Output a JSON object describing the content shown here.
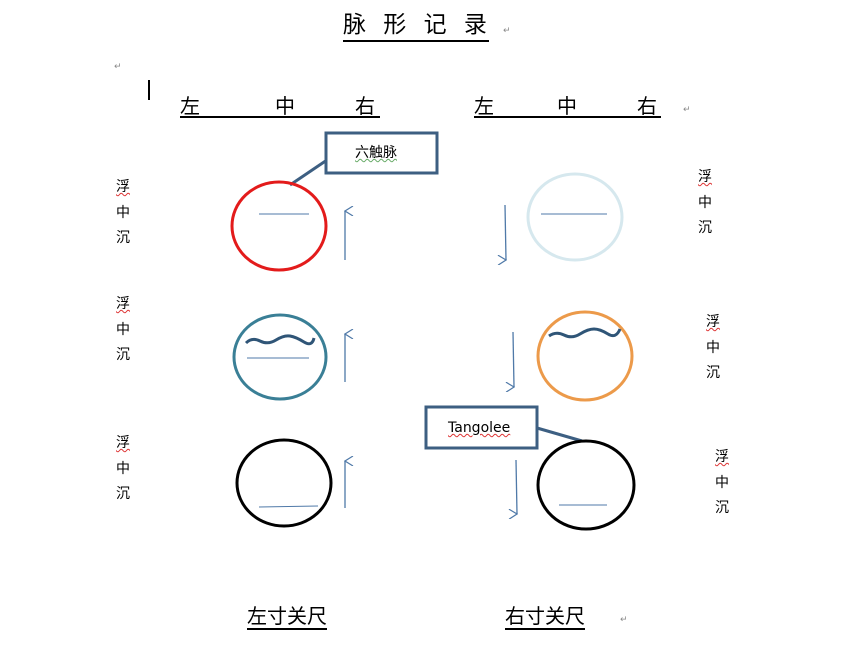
{
  "title": "脉 形 记  录",
  "header_left": [
    "左",
    "中",
    "右"
  ],
  "header_right": [
    "左",
    "中",
    "右"
  ],
  "callouts": {
    "top": "六触脉",
    "bottom": "Tangolee"
  },
  "levels": [
    "浮",
    "中",
    "沉"
  ],
  "footer": {
    "left": "左寸关尺",
    "right": "右寸关尺"
  },
  "colors": {
    "red": "#e31b1b",
    "light_blue": "#d6e8ee",
    "teal": "#3a7f96",
    "orange": "#ec9a4a",
    "black": "#000000",
    "box": "#3d5f82",
    "line": "#4f79a8"
  },
  "para_mark": "↵"
}
